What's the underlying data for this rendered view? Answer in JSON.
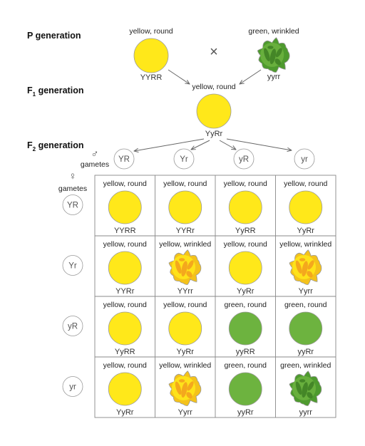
{
  "p_generation": {
    "label": "P generation",
    "cross_symbol": "×",
    "parent1": {
      "phenotype": "yellow, round",
      "genotype": "YYRR",
      "color": "yellow",
      "shape": "round"
    },
    "parent2": {
      "phenotype": "green, wrinkled",
      "genotype": "yyrr",
      "color": "green",
      "shape": "wrinkled"
    }
  },
  "f1_generation": {
    "label_prefix": "F",
    "label_sub": "1",
    "label_suffix": " generation",
    "offspring": {
      "phenotype": "yellow, round",
      "genotype": "YyRr",
      "color": "yellow",
      "shape": "round"
    }
  },
  "f2_generation": {
    "label_prefix": "F",
    "label_sub": "2",
    "label_suffix": " generation",
    "male_symbol": "♂",
    "female_symbol": "♀",
    "male_gametes_label": "gametes",
    "female_gametes_label": "gametes",
    "male_gametes": [
      "YR",
      "Yr",
      "yR",
      "yr"
    ],
    "female_gametes": [
      "YR",
      "Yr",
      "yR",
      "yr"
    ],
    "grid": [
      [
        {
          "phenotype": "yellow, round",
          "genotype": "YYRR",
          "color": "yellow",
          "shape": "round"
        },
        {
          "phenotype": "yellow, round",
          "genotype": "YYRr",
          "color": "yellow",
          "shape": "round"
        },
        {
          "phenotype": "yellow, round",
          "genotype": "YyRR",
          "color": "yellow",
          "shape": "round"
        },
        {
          "phenotype": "yellow, round",
          "genotype": "YyRr",
          "color": "yellow",
          "shape": "round"
        }
      ],
      [
        {
          "phenotype": "yellow, round",
          "genotype": "YYRr",
          "color": "yellow",
          "shape": "round"
        },
        {
          "phenotype": "yellow, wrinkled",
          "genotype": "YYrr",
          "color": "yellow",
          "shape": "wrinkled"
        },
        {
          "phenotype": "yellow, round",
          "genotype": "YyRr",
          "color": "yellow",
          "shape": "round"
        },
        {
          "phenotype": "yellow, wrinkled",
          "genotype": "Yyrr",
          "color": "yellow",
          "shape": "wrinkled"
        }
      ],
      [
        {
          "phenotype": "yellow, round",
          "genotype": "YyRR",
          "color": "yellow",
          "shape": "round"
        },
        {
          "phenotype": "yellow, round",
          "genotype": "YyRr",
          "color": "yellow",
          "shape": "round"
        },
        {
          "phenotype": "green, round",
          "genotype": "yyRR",
          "color": "green",
          "shape": "round"
        },
        {
          "phenotype": "green, round",
          "genotype": "yyRr",
          "color": "green",
          "shape": "round"
        }
      ],
      [
        {
          "phenotype": "yellow, round",
          "genotype": "YyRr",
          "color": "yellow",
          "shape": "round"
        },
        {
          "phenotype": "yellow, wrinkled",
          "genotype": "Yyrr",
          "color": "yellow",
          "shape": "wrinkled"
        },
        {
          "phenotype": "green, round",
          "genotype": "yyRr",
          "color": "green",
          "shape": "round"
        },
        {
          "phenotype": "green, wrinkled",
          "genotype": "yyrr",
          "color": "green",
          "shape": "wrinkled"
        }
      ]
    ]
  },
  "colors": {
    "yellow_fill": "#FFE81A",
    "yellow_dark": "#F4C21B",
    "yellow_spots": "#F29E1F",
    "green_fill": "#6DB33F",
    "green_dark": "#4E9A2E",
    "green_spots": "#3E7F23",
    "stroke": "#888888",
    "grid_line": "#888888",
    "arrow": "#666666"
  }
}
